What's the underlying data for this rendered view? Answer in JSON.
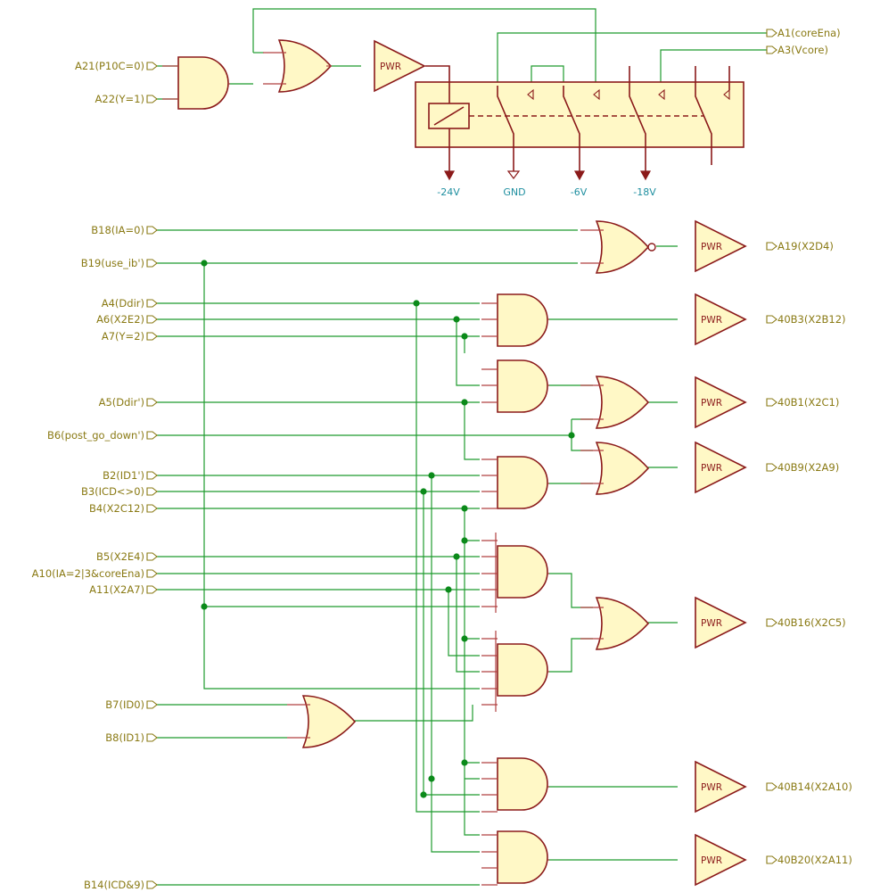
{
  "inputs": {
    "a21": "A21(P10C=0)",
    "a22": "A22(Y=1)",
    "b18": "B18(IA=0)",
    "b19": "B19(use_ib')",
    "a4": "A4(Ddir)",
    "a6": "A6(X2E2)",
    "a7": "A7(Y=2)",
    "a5": "A5(Ddir')",
    "b6": "B6(post_go_down')",
    "b2": "B2(ID1')",
    "b3": "B3(ICD<>0)",
    "b4": "B4(X2C12)",
    "b5": "B5(X2E4)",
    "a10": "A10(IA=2|3&coreEna)",
    "a11": "A11(X2A7)",
    "b7": "B7(ID0)",
    "b8": "B8(ID1)",
    "b14": "B14(ICD&9)"
  },
  "outputs": {
    "a1": "A1(coreEna)",
    "a3": "A3(Vcore)",
    "a19": "A19(X2D4)",
    "b3_40": "40B3(X2B12)",
    "b1_40": "40B1(X2C1)",
    "b9_40": "40B9(X2A9)",
    "b16_40": "40B16(X2C5)",
    "b14_40": "40B14(X2A10)",
    "b20_40": "40B20(X2A11)"
  },
  "rails": {
    "m24": "-24V",
    "gnd": "GND",
    "m6": "-6V",
    "m18": "-18V"
  },
  "buffer_label": "PWR",
  "colors": {
    "wire": "#1e9b2e",
    "component": "#8b1a1a",
    "fill": "#fff8c6",
    "label": "#8a7a14",
    "rail": "#1f8fa0"
  }
}
